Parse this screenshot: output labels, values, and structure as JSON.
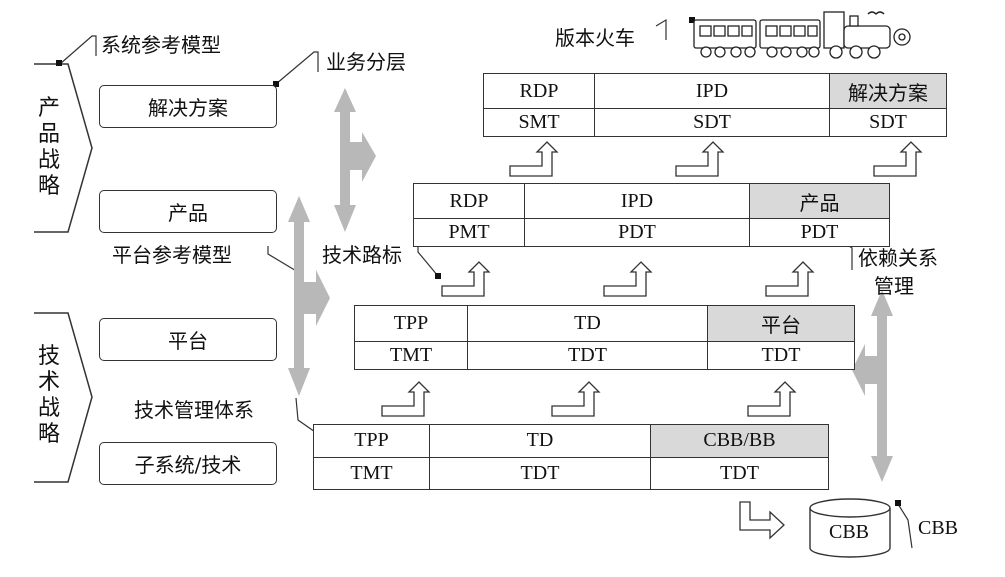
{
  "labels": {
    "sys_ref_model": "系统参考模型",
    "biz_layer": "业务分层",
    "platform_ref_model": "平台参考模型",
    "tech_roadmap": "技术路标",
    "tech_mgmt_system": "技术管理体系",
    "version_train": "版本火车",
    "dependency_mgmt_line1": "依赖关系",
    "dependency_mgmt_line2": "管理",
    "cbb_label": "CBB",
    "cbb_cylinder": "CBB"
  },
  "strategy": {
    "product": "产品战略",
    "technology": "技术战略"
  },
  "layers": [
    "解决方案",
    "产品",
    "平台",
    "子系统/技术"
  ],
  "tables": {
    "solution": {
      "row1": [
        "RDP",
        "IPD",
        "解决方案"
      ],
      "row2": [
        "SMT",
        "SDT",
        "SDT"
      ]
    },
    "product": {
      "row1": [
        "RDP",
        "IPD",
        "产品"
      ],
      "row2": [
        "PMT",
        "PDT",
        "PDT"
      ]
    },
    "platform": {
      "row1": [
        "TPP",
        "TD",
        "平台"
      ],
      "row2": [
        "TMT",
        "TDT",
        "TDT"
      ]
    },
    "subsystem": {
      "row1": [
        "TPP",
        "TD",
        "CBB/BB"
      ],
      "row2": [
        "TMT",
        "TDT",
        "TDT"
      ]
    }
  },
  "colors": {
    "highlight_cell": "#d9d9d9",
    "arrow_gray": "#b8b8b8",
    "line": "#333333"
  }
}
